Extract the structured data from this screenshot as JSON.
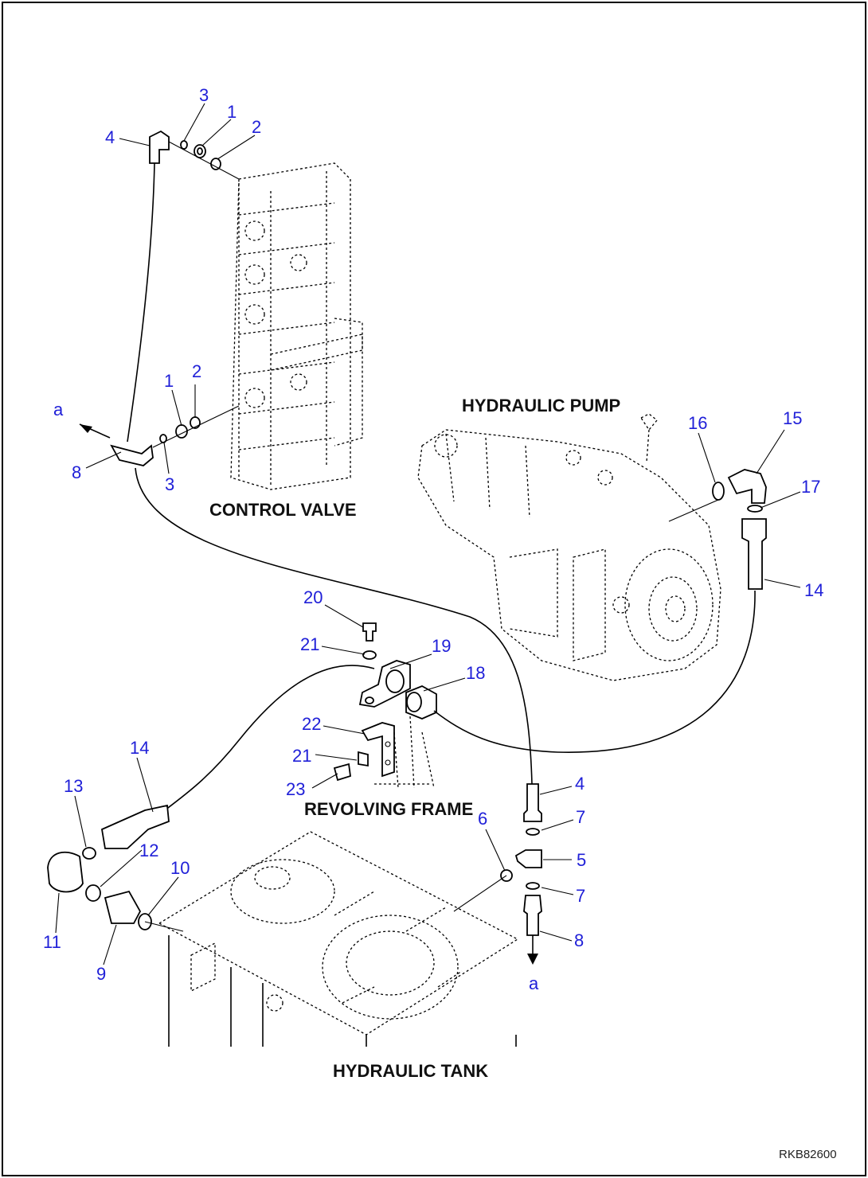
{
  "labels": {
    "control_valve": "CONTROL VALVE",
    "hydraulic_pump": "HYDRAULIC PUMP",
    "revolving_frame": "REVOLVING FRAME",
    "hydraulic_tank": "HYDRAULIC TANK",
    "drawing_code": "RKB82600"
  },
  "flow_marks": {
    "top": "a",
    "bottom": "a"
  },
  "callouts": {
    "cv_top_4": "4",
    "cv_top_3": "3",
    "cv_top_1": "1",
    "cv_top_2": "2",
    "cv_low_1": "1",
    "cv_low_2": "2",
    "cv_low_3": "3",
    "cv_low_8": "8",
    "pump_16": "16",
    "pump_15": "15",
    "pump_17": "17",
    "pump_14": "14",
    "frame_20": "20",
    "frame_21a": "21",
    "frame_19": "19",
    "frame_18": "18",
    "frame_22": "22",
    "frame_21b": "21",
    "frame_23": "23",
    "tank_14": "14",
    "tank_13": "13",
    "tank_12": "12",
    "tank_10": "10",
    "tank_11": "11",
    "tank_9": "9",
    "r_4": "4",
    "r_7a": "7",
    "r_6": "6",
    "r_5": "5",
    "r_7b": "7",
    "r_8": "8"
  }
}
